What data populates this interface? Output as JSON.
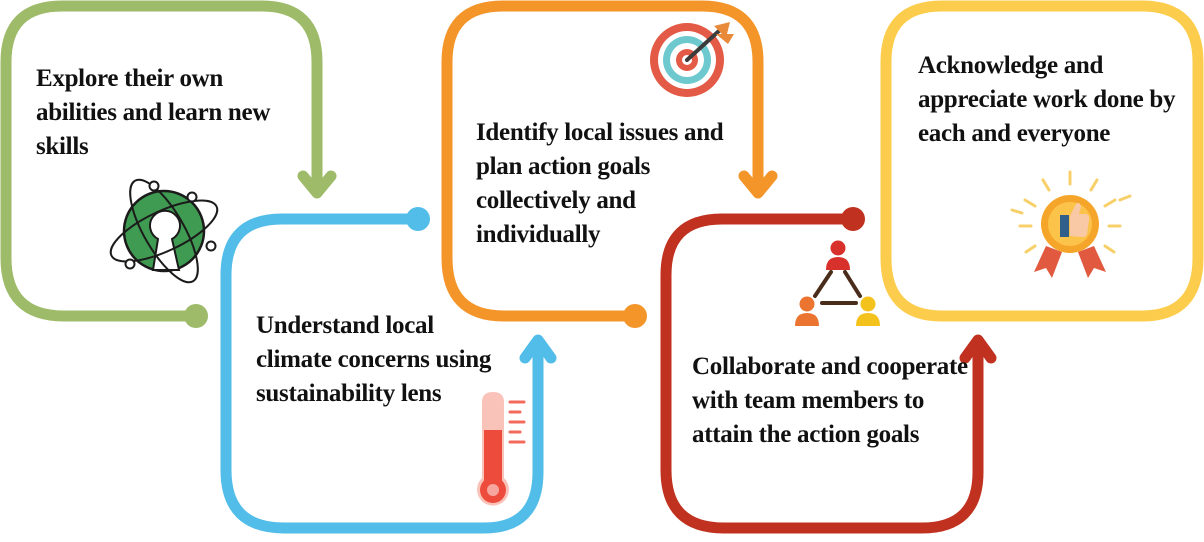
{
  "steps": [
    {
      "id": "explore",
      "text": "Explore their own abilities and learn new skills",
      "color": "#9dbb68",
      "icon": "atom-keyhole-icon"
    },
    {
      "id": "understand",
      "text": "Understand local climate concerns using sustainability lens",
      "color": "#52bde9",
      "icon": "thermometer-icon"
    },
    {
      "id": "identify",
      "text": "Identify local issues and plan action goals collectively and individually",
      "color": "#f4952a",
      "icon": "target-icon"
    },
    {
      "id": "collaborate",
      "text": "Collaborate and cooperate with team members to attain the action goals",
      "color": "#c0321f",
      "icon": "team-network-icon"
    },
    {
      "id": "acknowledge",
      "text": "Acknowledge and appreciate work done by each and everyone",
      "color": "#fccd4c",
      "icon": "award-badge-icon"
    }
  ]
}
